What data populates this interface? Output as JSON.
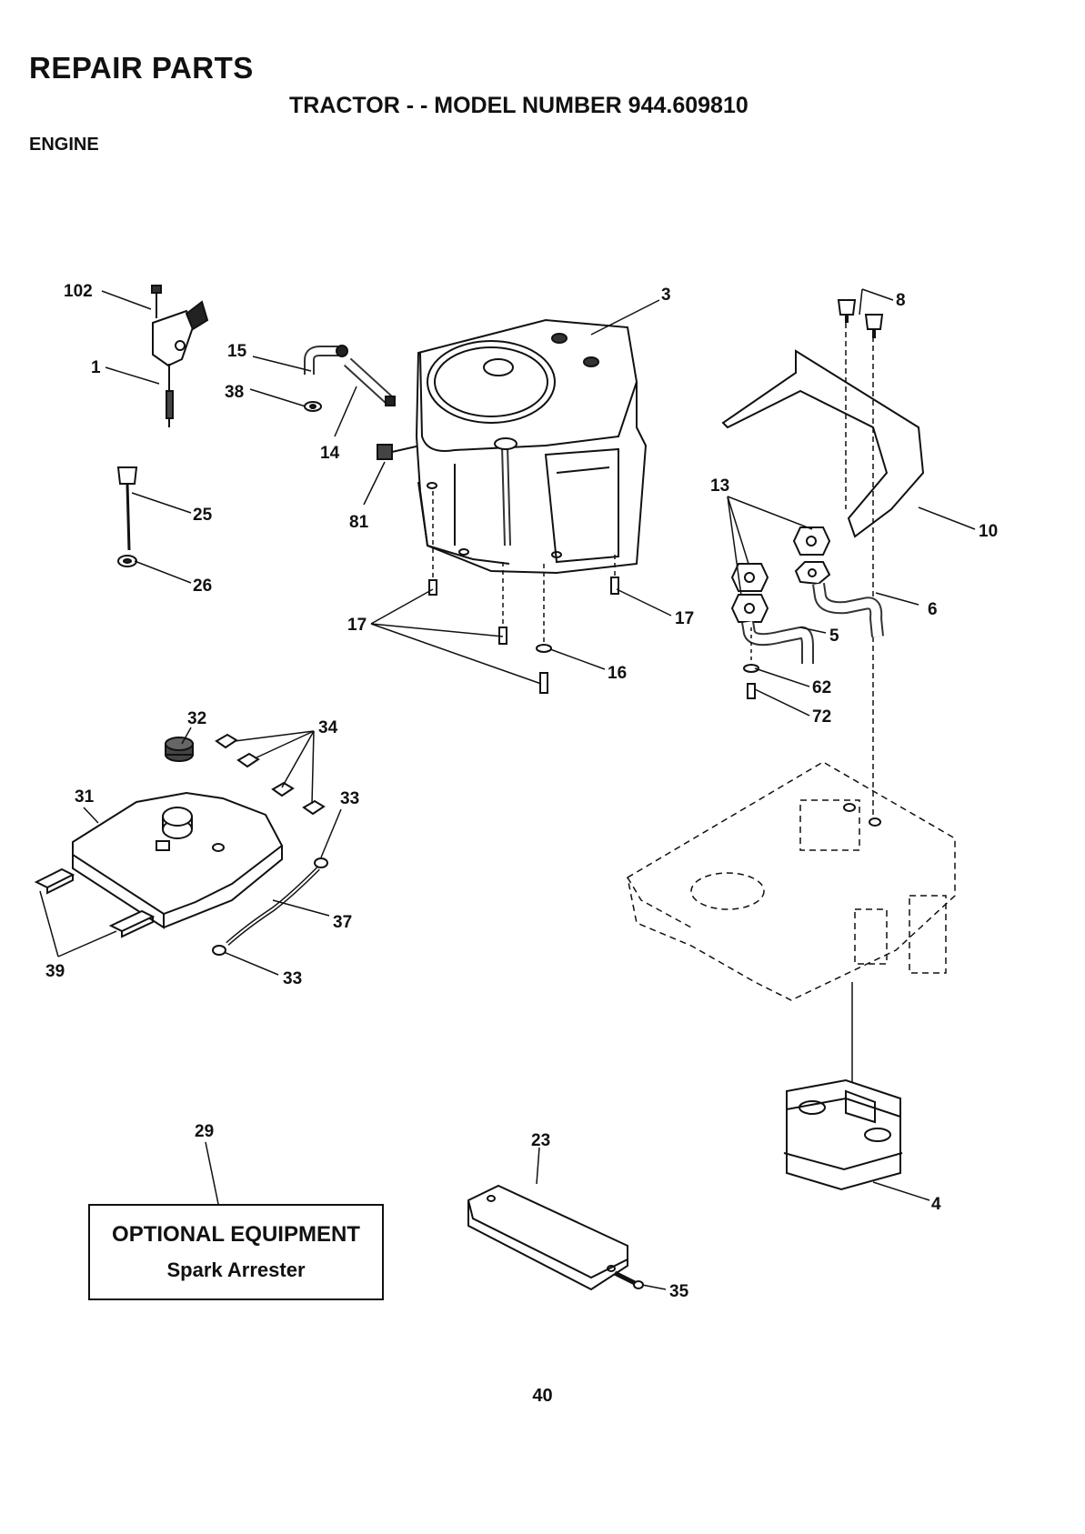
{
  "header": {
    "title": "REPAIR PARTS",
    "subtitle": "TRACTOR - - MODEL NUMBER 944.609810",
    "section": "ENGINE"
  },
  "callouts": {
    "c102": "102",
    "c1": "1",
    "c15": "15",
    "c38": "38",
    "c14": "14",
    "c81": "81",
    "c3": "3",
    "c8": "8",
    "c10": "10",
    "c13": "13",
    "c6": "6",
    "c5": "5",
    "c62": "62",
    "c72": "72",
    "c25": "25",
    "c26": "26",
    "c17a": "17",
    "c17b": "17",
    "c16": "16",
    "c32": "32",
    "c34": "34",
    "c31": "31",
    "c33a": "33",
    "c37": "37",
    "c39": "39",
    "c33b": "33",
    "c29": "29",
    "c23": "23",
    "c35": "35",
    "c4": "4"
  },
  "optional_box": {
    "title": "OPTIONAL EQUIPMENT",
    "subtitle": "Spark Arrester"
  },
  "page_number": "40"
}
